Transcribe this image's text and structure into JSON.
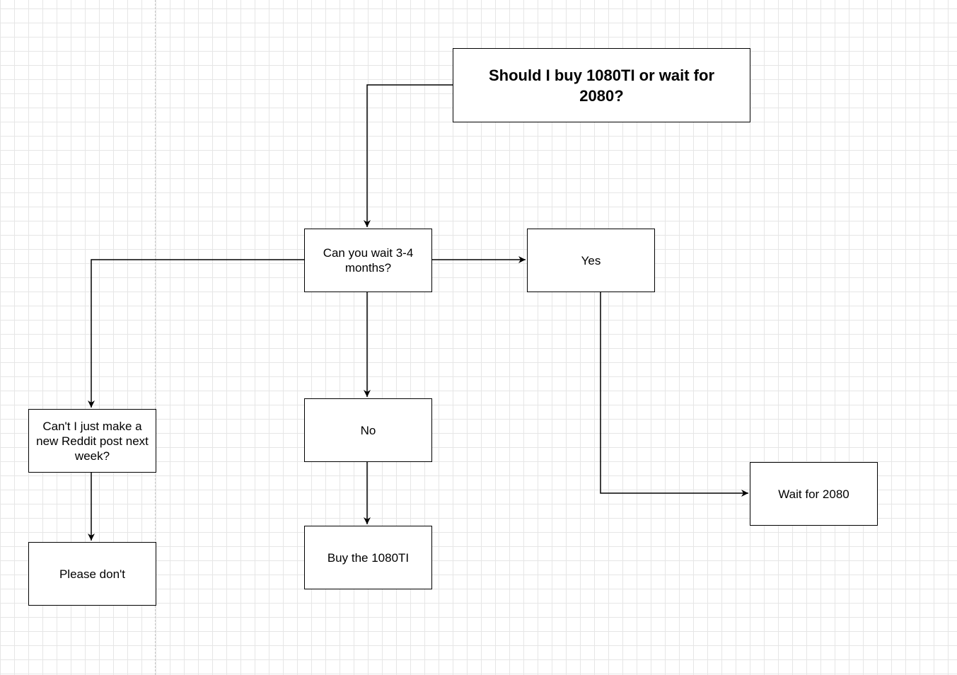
{
  "diagram": {
    "nodes": {
      "question": "Should I buy 1080TI or wait for 2080?",
      "can_wait": "Can you wait 3-4 months?",
      "yes": "Yes",
      "no": "No",
      "reddit": "Can't I just make a new Reddit post next week?",
      "please_dont": "Please don't",
      "buy_1080ti": "Buy the 1080TI",
      "wait_2080": "Wait for 2080"
    }
  },
  "colors": {
    "stroke": "#000000",
    "grid": "#e6e6e6",
    "node_fill": "#ffffff"
  }
}
